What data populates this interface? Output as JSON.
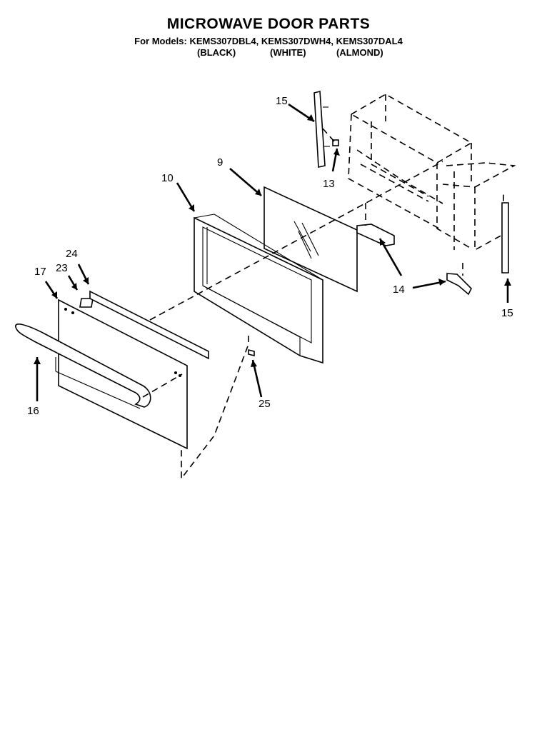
{
  "title": "MICROWAVE DOOR PARTS",
  "models_line": "For Models: KEMS307DBL4, KEMS307DWH4, KEMS307DAL4",
  "colors": {
    "black": "(BLACK)",
    "white": "(WHITE)",
    "almond": "(ALMOND)"
  },
  "callouts": {
    "c9": "9",
    "c10": "10",
    "c13": "13",
    "c14": "14",
    "c15_top": "15",
    "c15_right": "15",
    "c16": "16",
    "c17": "17",
    "c23": "23",
    "c24": "24",
    "c25": "25"
  }
}
